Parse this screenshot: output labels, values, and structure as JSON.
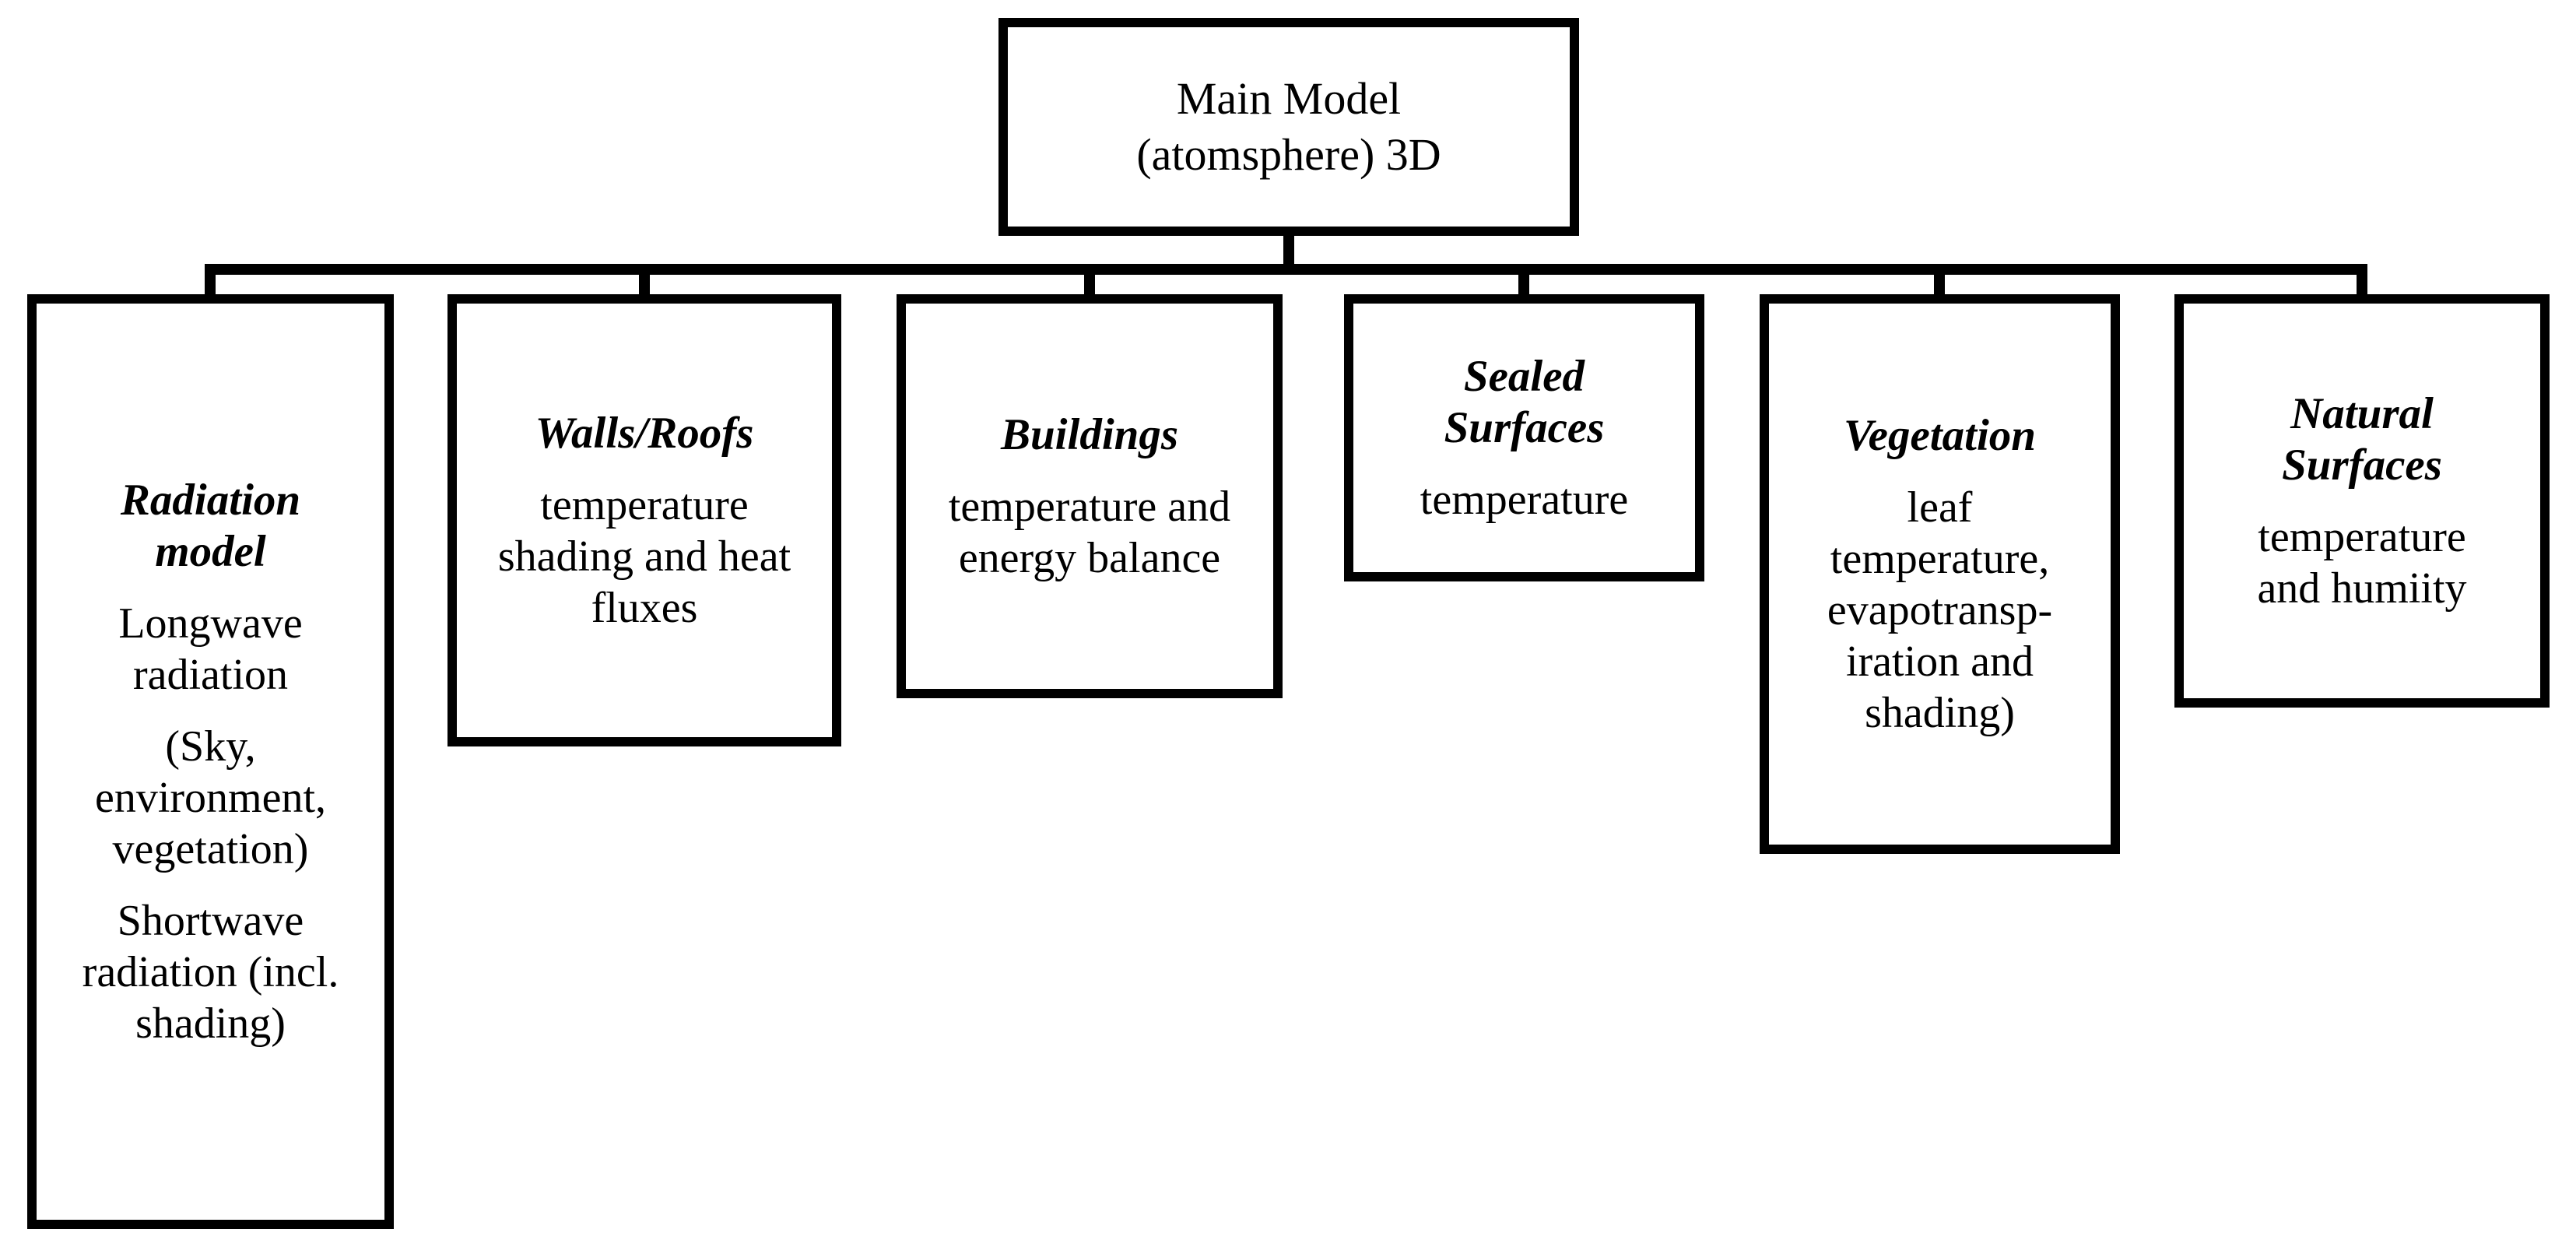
{
  "colors": {
    "stroke": "#000000",
    "text": "#000000",
    "background": "#ffffff"
  },
  "root": {
    "title": "Main Model (atomsphere) 3D",
    "title_lines": [
      "Main Model",
      "(atomsphere) 3D"
    ]
  },
  "children": [
    {
      "title": "Radiation model",
      "title_lines": [
        "Radiation",
        "model"
      ],
      "paragraphs": [
        {
          "lines": [
            "Longwave",
            "radiation"
          ]
        },
        {
          "lines": [
            "(Sky,",
            "environment,",
            "vegetation)"
          ]
        },
        {
          "lines": [
            "Shortwave",
            "radiation (incl.",
            "shading)"
          ]
        }
      ]
    },
    {
      "title": "Walls/Roofs",
      "title_lines": [
        "Walls/Roofs"
      ],
      "paragraphs": [
        {
          "lines": [
            "temperature",
            "shading and heat",
            "fluxes"
          ]
        }
      ]
    },
    {
      "title": "Buildings",
      "title_lines": [
        "Buildings"
      ],
      "paragraphs": [
        {
          "lines": [
            "temperature and",
            "energy balance"
          ]
        }
      ]
    },
    {
      "title": "Sealed Surfaces",
      "title_lines": [
        "Sealed",
        "Surfaces"
      ],
      "paragraphs": [
        {
          "lines": [
            "temperature"
          ]
        }
      ]
    },
    {
      "title": "Vegetation",
      "title_lines": [
        "Vegetation"
      ],
      "paragraphs": [
        {
          "lines": [
            "leaf",
            "temperature,",
            "evapotransp-",
            "iration and",
            "shading)"
          ]
        }
      ]
    },
    {
      "title": "Natural Surfaces",
      "title_lines": [
        "Natural",
        "Surfaces"
      ],
      "paragraphs": [
        {
          "lines": [
            "temperature",
            "and humiity"
          ]
        }
      ]
    }
  ]
}
